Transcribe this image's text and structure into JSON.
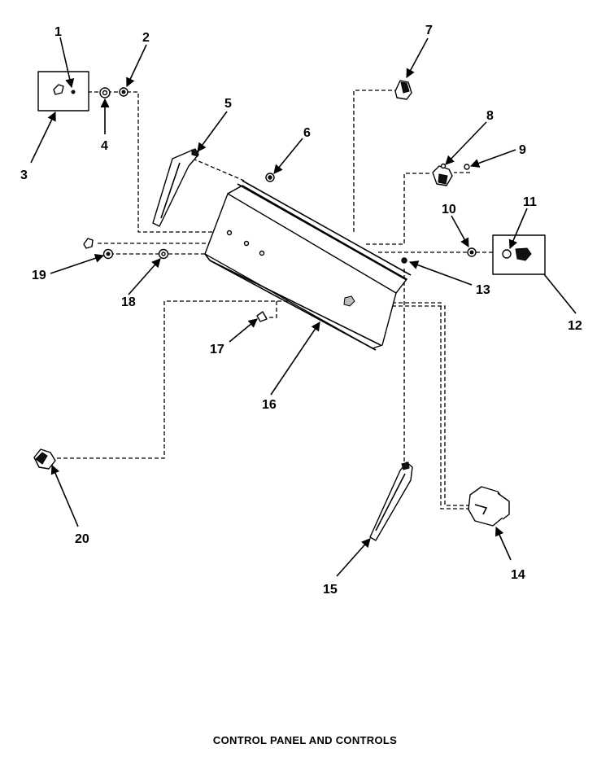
{
  "caption": "CONTROL PANEL AND CONTROLS",
  "callouts": [
    "1",
    "2",
    "3",
    "4",
    "5",
    "6",
    "7",
    "8",
    "9",
    "10",
    "11",
    "12",
    "13",
    "14",
    "15",
    "16",
    "17",
    "18",
    "19",
    "20"
  ]
}
